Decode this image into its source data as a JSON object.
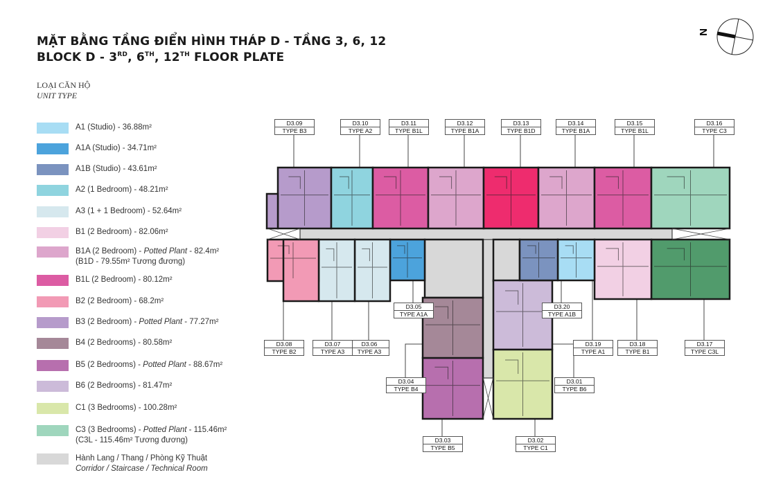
{
  "title": {
    "line1": "MẶT BẰNG TẦNG ĐIỂN HÌNH THÁP D - TẦNG 3, 6, 12",
    "line2_parts": [
      "BLOCK D - 3",
      "RD",
      ", 6",
      "TH",
      ", 12",
      "TH",
      " FLOOR PLATE"
    ]
  },
  "compass": {
    "label": "N"
  },
  "legend": {
    "heading_vi": "LOẠI CĂN HỘ",
    "heading_en": "UNIT TYPE",
    "items": [
      {
        "color": "#a8ddf4",
        "name": "A1 (Studio) - ",
        "italic": "",
        "area": "36.88m²",
        "line2": ""
      },
      {
        "color": "#4ca3dc",
        "name": "A1A (Studio) - ",
        "italic": "",
        "area": "34.71m²",
        "line2": ""
      },
      {
        "color": "#7b93bf",
        "name": "A1B (Studio) - ",
        "italic": "",
        "area": "43.61m²",
        "line2": ""
      },
      {
        "color": "#8fd4df",
        "name": "A2 (1 Bedroom) - ",
        "italic": "",
        "area": "48.21m²",
        "line2": ""
      },
      {
        "color": "#d6e8ee",
        "name": "A3 (1 + 1 Bedroom) - ",
        "italic": "",
        "area": "52.64m²",
        "line2": ""
      },
      {
        "color": "#f2d0e4",
        "name": "B1 (2 Bedroom) - ",
        "italic": "",
        "area": "82.06m²",
        "line2": ""
      },
      {
        "color": "#dda6cc",
        "name": "B1A (2 Bedroom) - ",
        "italic": "Potted Plant",
        "area": " - 82.4m²",
        "line2": "(B1D - 79.55m² Tương đương)"
      },
      {
        "color": "#dc5ca3",
        "name": "B1L (2 Bedroom) - ",
        "italic": "",
        "area": "80.12m²",
        "line2": ""
      },
      {
        "color": "#f29ab5",
        "name": "B2 (2 Bedroom) - ",
        "italic": "",
        "area": "68.2m²",
        "line2": ""
      },
      {
        "color": "#b69bcb",
        "name": "B3 (2 Bedroom) - ",
        "italic": "Potted Plant",
        "area": " - 77.27m²",
        "line2": ""
      },
      {
        "color": "#a58898",
        "name": "B4 (2 Bedrooms) - ",
        "italic": "",
        "area": "80.58m²",
        "line2": ""
      },
      {
        "color": "#b76fae",
        "name": "B5 (2 Bedrooms) - ",
        "italic": "Potted Plant",
        "area": " - 88.67m²",
        "line2": ""
      },
      {
        "color": "#ccbbd9",
        "name": "B6 (2 Bedrooms) - ",
        "italic": "",
        "area": "81.47m²",
        "line2": ""
      },
      {
        "color": "#d9e7aa",
        "name": "C1 (3 Bedrooms) - ",
        "italic": "",
        "area": "100.28m²",
        "line2": ""
      },
      {
        "color": "#9fd6bd",
        "name": "C3 (3 Bedrooms) - ",
        "italic": "Potted Plant",
        "area": " - 115.46m²",
        "line2": "(C3L - 115.46m² Tương đương)"
      },
      {
        "color": "#d8d8d8",
        "name": "Hành Lang / Thang / Phòng Kỹ Thuật",
        "italic": "",
        "area": "",
        "line2_italic": "Corridor / Staircase / Technical Room"
      }
    ]
  },
  "unit_colors": {
    "B1D": "#ee2c6e",
    "C3L": "#519b6c"
  },
  "units": [
    {
      "id": "D3.01",
      "type": "TYPE B6"
    },
    {
      "id": "D3.02",
      "type": "TYPE C1"
    },
    {
      "id": "D3.03",
      "type": "TYPE B5"
    },
    {
      "id": "D3.04",
      "type": "TYPE B4"
    },
    {
      "id": "D3.05",
      "type": "TYPE A1A"
    },
    {
      "id": "D3.06",
      "type": "TYPE A3"
    },
    {
      "id": "D3.07",
      "type": "TYPE A3"
    },
    {
      "id": "D3.08",
      "type": "TYPE B2"
    },
    {
      "id": "D3.09",
      "type": "TYPE B3"
    },
    {
      "id": "D3.10",
      "type": "TYPE A2"
    },
    {
      "id": "D3.11",
      "type": "TYPE B1L"
    },
    {
      "id": "D3.12",
      "type": "TYPE B1A"
    },
    {
      "id": "D3.13",
      "type": "TYPE B1D"
    },
    {
      "id": "D3.14",
      "type": "TYPE B1A"
    },
    {
      "id": "D3.15",
      "type": "TYPE B1L"
    },
    {
      "id": "D3.16",
      "type": "TYPE C3"
    },
    {
      "id": "D3.17",
      "type": "TYPE C3L"
    },
    {
      "id": "D3.18",
      "type": "TYPE B1"
    },
    {
      "id": "D3.19",
      "type": "TYPE A1"
    },
    {
      "id": "D3.20",
      "type": "TYPE A1B"
    }
  ]
}
